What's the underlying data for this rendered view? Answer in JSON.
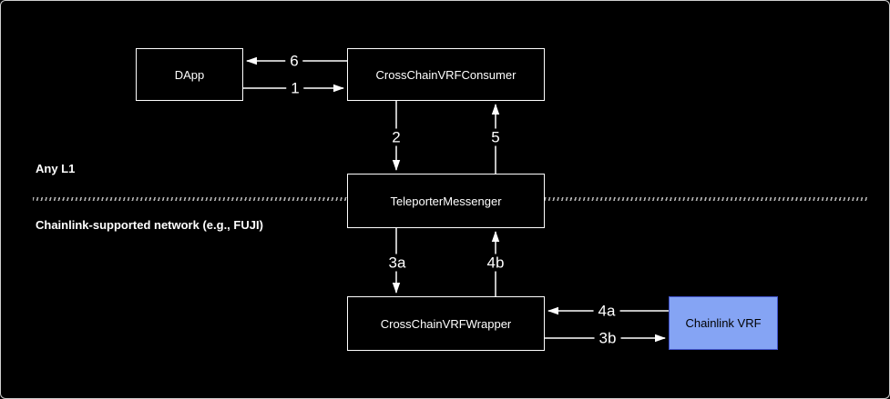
{
  "regions": {
    "top": {
      "label": "Any L1"
    },
    "bottom": {
      "label": "Chainlink-supported network (e.g., FUJI)"
    }
  },
  "nodes": {
    "dapp": {
      "label": "DApp"
    },
    "consumer": {
      "label": "CrossChainVRFConsumer"
    },
    "teleporter": {
      "label": "TeleporterMessenger"
    },
    "wrapper": {
      "label": "CrossChainVRFWrapper"
    },
    "chainlink": {
      "label": "Chainlink VRF"
    }
  },
  "edges": {
    "e1": {
      "label": "1",
      "from": "DApp",
      "to": "CrossChainVRFConsumer",
      "direction": "right"
    },
    "e6": {
      "label": "6",
      "from": "CrossChainVRFConsumer",
      "to": "DApp",
      "direction": "left"
    },
    "e2": {
      "label": "2",
      "from": "CrossChainVRFConsumer",
      "to": "TeleporterMessenger",
      "direction": "down"
    },
    "e5": {
      "label": "5",
      "from": "TeleporterMessenger",
      "to": "CrossChainVRFConsumer",
      "direction": "up"
    },
    "e3a": {
      "label": "3a",
      "from": "TeleporterMessenger",
      "to": "CrossChainVRFWrapper",
      "direction": "down"
    },
    "e4b": {
      "label": "4b",
      "from": "CrossChainVRFWrapper",
      "to": "TeleporterMessenger",
      "direction": "up"
    },
    "e4a": {
      "label": "4a",
      "from": "Chainlink VRF",
      "to": "CrossChainVRFWrapper",
      "direction": "left"
    },
    "e3b": {
      "label": "3b",
      "from": "CrossChainVRFWrapper",
      "to": "Chainlink VRF",
      "direction": "right"
    }
  },
  "colors": {
    "background": "#000000",
    "node_border": "#ffffff",
    "node_text": "#ffffff",
    "arrow": "#ffffff",
    "divider": "#b3b3b3",
    "chainlink_fill": "#85a4f4",
    "chainlink_border": "#4152c8",
    "chainlink_text": "#000000"
  }
}
